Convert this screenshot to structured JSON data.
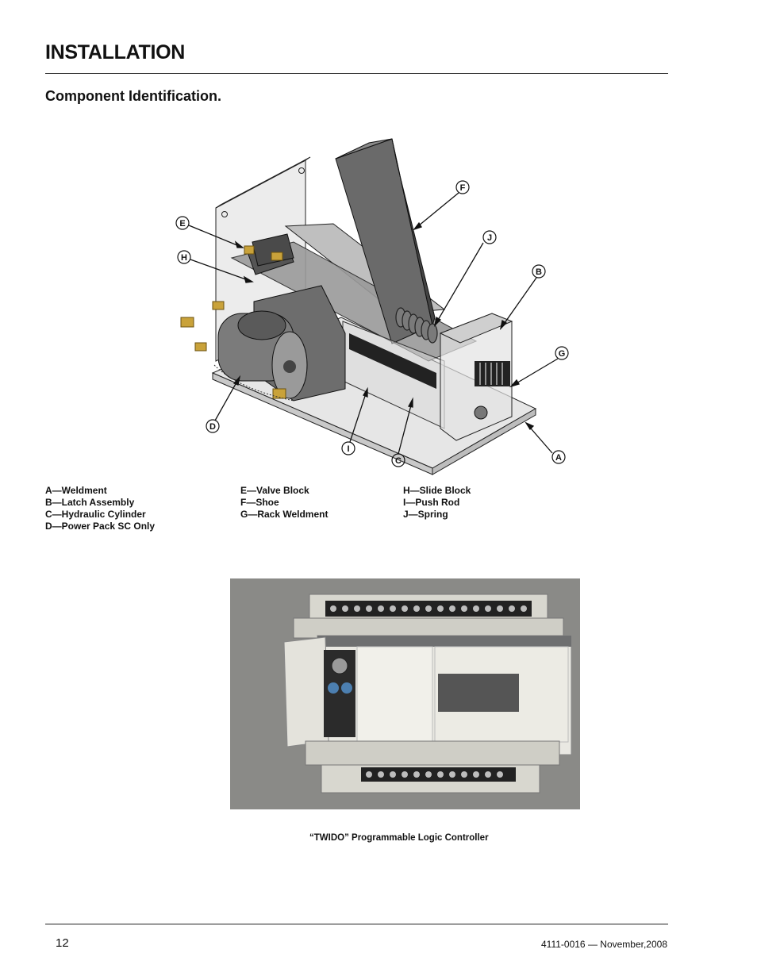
{
  "header": {
    "title": "INSTALLATION",
    "subtitle": "Component Identification."
  },
  "diagram": {
    "callouts": [
      "A",
      "B",
      "C",
      "D",
      "E",
      "F",
      "G",
      "H",
      "I",
      "J"
    ]
  },
  "legend": {
    "col1": [
      "A—Weldment",
      "B—Latch Assembly",
      "C—Hydraulic Cylinder",
      "D—Power Pack SC Only"
    ],
    "col2": [
      "E—Valve Block",
      "F—Shoe",
      "G—Rack Weldment"
    ],
    "col3": [
      "H—Slide Block",
      "I—Push Rod",
      "J—Spring"
    ]
  },
  "photo": {
    "caption": "“TWIDO” Programmable Logic Controller"
  },
  "footer": {
    "page_number": "12",
    "doc_ref": "4111-0016 — November,2008"
  }
}
